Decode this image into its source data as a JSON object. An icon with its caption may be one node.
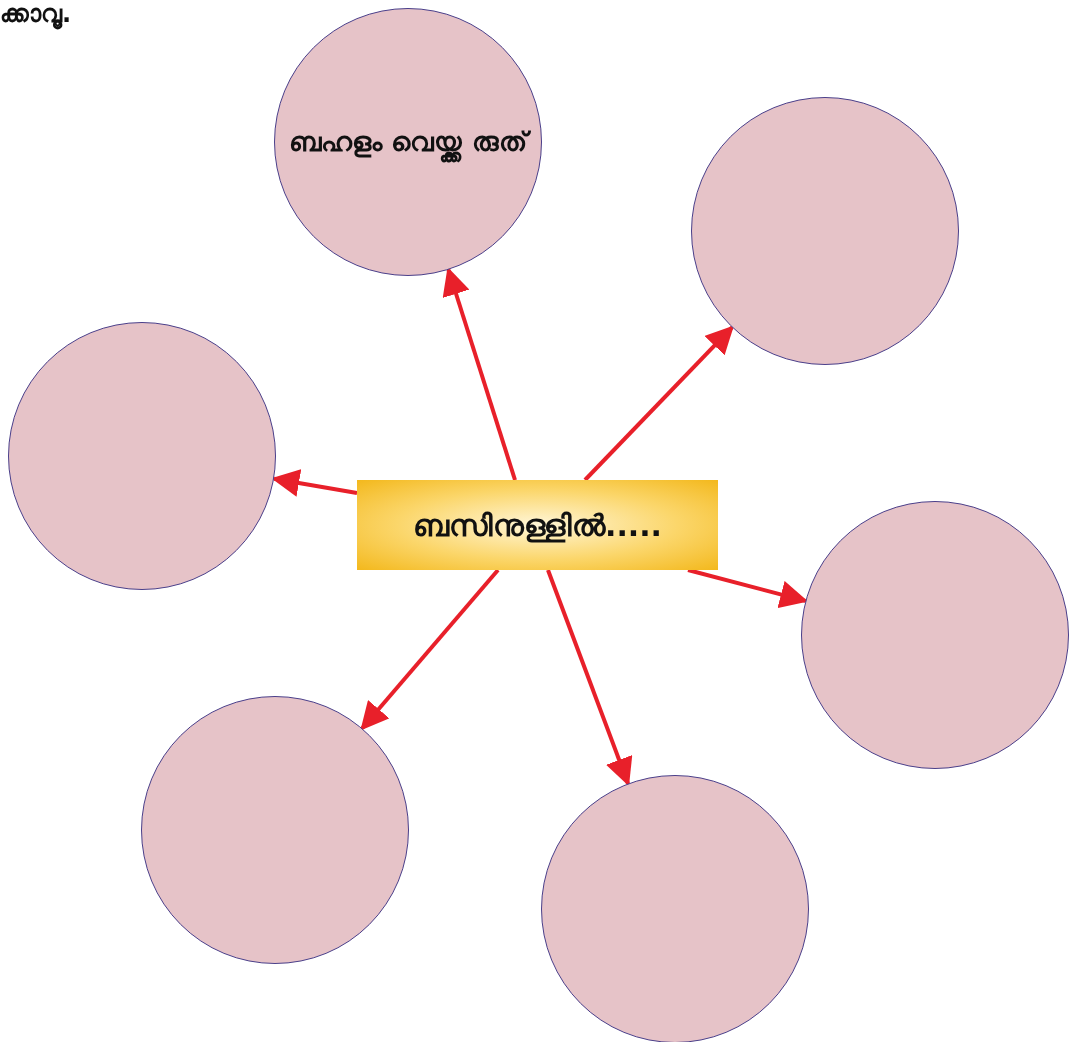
{
  "diagram": {
    "nodes": [
      {
        "text": [
          "ബസിനുള്ളിൽ....."
        ]
      },
      {
        "text": [
          "ബഹളം വെയ്ക്ക രുത്"
        ]
      },
      {
        "text": [],
        "shape": "circle"
      },
      {
        "text": [],
        "shape": "circle"
      },
      {
        "text": [],
        "shape": "circle"
      },
      {
        "text": [],
        "shape": "circle"
      },
      {
        "text": [],
        "shape": "circle"
      }
    ],
    "edges": [
      {
        "from": 0,
        "to": 1,
        "arrow": "to",
        "color": "#e8202a"
      },
      {
        "from": 0,
        "to": 2,
        "arrow": "to",
        "color": "#e8202a"
      },
      {
        "from": 0,
        "to": 3,
        "arrow": "to",
        "color": "#e8202a"
      },
      {
        "from": 0,
        "to": 4,
        "arrow": "to",
        "color": "#e8202a"
      },
      {
        "from": 0,
        "to": 5,
        "arrow": "to",
        "color": "#e8202a"
      },
      {
        "from": 0,
        "to": 6,
        "arrow": "to",
        "color": "#e8202a"
      }
    ],
    "labels": [
      "ക്കാവൂ."
    ]
  }
}
